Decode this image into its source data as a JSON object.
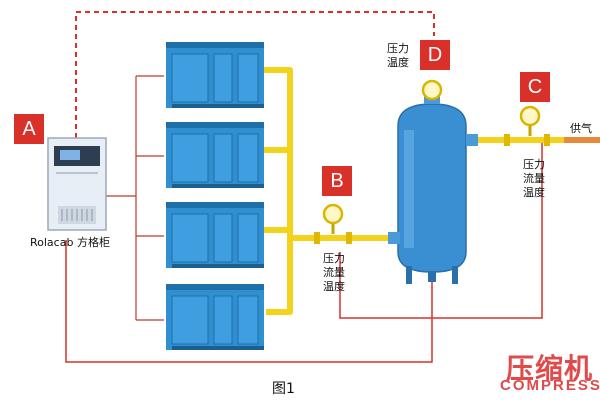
{
  "labels": {
    "A": "A",
    "B": "B",
    "C": "C",
    "D": "D",
    "cabinet": "Rolacab 方格柜",
    "d_sensor": "压力\n温度",
    "b_sensor": "压力\n流量\n温度",
    "c_sensor": "压力\n流量\n温度",
    "supply": "供气",
    "caption": "图1",
    "brand_cn": "压缩机",
    "brand_en": "COMPRESS"
  },
  "colors": {
    "marker": "#d9302a",
    "control_line": "#d9302a",
    "air_pipe": "#f2d21a",
    "supply_pipe": "#e8893a",
    "compressor": "#2f8fd0",
    "tank": "#3a8fd2",
    "cabinet": "#e7eef6"
  }
}
